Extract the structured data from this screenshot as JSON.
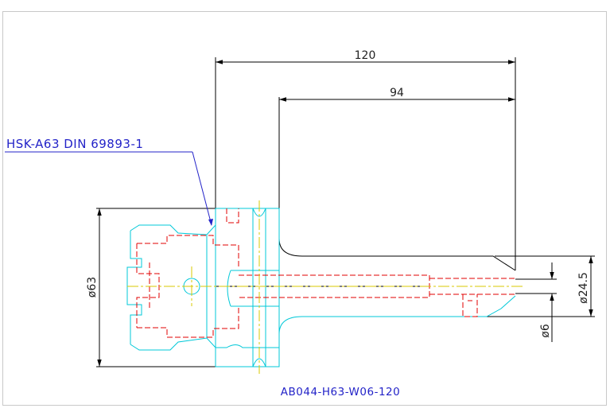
{
  "drawing": {
    "dimensions": {
      "total_length": "120",
      "gauge_length": "94",
      "flange_diameter": "ø63",
      "shank_diameter": "ø24.5",
      "bore_diameter": "ø6"
    },
    "interface_label": "HSK-A63 DIN 69893-1",
    "part_number": "AB044-H63-W06-120"
  },
  "colors": {
    "outline": "#000000",
    "body": "#00c8d8",
    "hidden": "#e00000",
    "center": "#d8c800",
    "callout": "#2323c8"
  }
}
